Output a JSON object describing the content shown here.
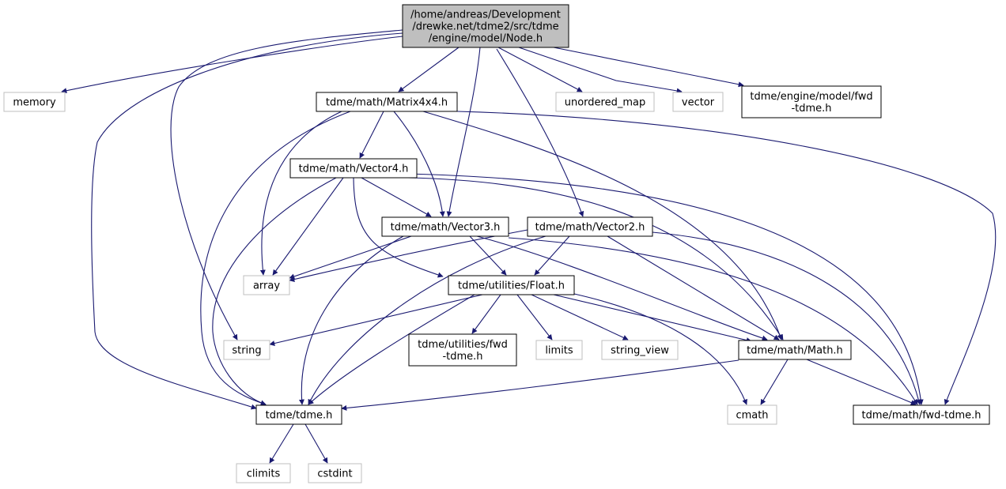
{
  "colors": {
    "edge": "#191970",
    "root_fill": "#bfbfbf",
    "node_border": "#000000",
    "system_border": "#bfbfbf",
    "node_fill": "#ffffff",
    "text": "#000000"
  },
  "diagram": {
    "nodes": [
      {
        "id": "node_h",
        "kind": "root",
        "lines": [
          "/home/andreas/Development",
          "/drewke.net/tdme2/src/tdme",
          "/engine/model/Node.h"
        ]
      },
      {
        "id": "memory",
        "kind": "system",
        "lines": [
          "memory"
        ]
      },
      {
        "id": "matrix4x4",
        "kind": "local",
        "lines": [
          "tdme/math/Matrix4x4.h"
        ]
      },
      {
        "id": "unordered_map",
        "kind": "system",
        "lines": [
          "unordered_map"
        ]
      },
      {
        "id": "vector",
        "kind": "system",
        "lines": [
          "vector"
        ]
      },
      {
        "id": "model_fwd",
        "kind": "local",
        "lines": [
          "tdme/engine/model/fwd",
          "-tdme.h"
        ]
      },
      {
        "id": "vector4",
        "kind": "local",
        "lines": [
          "tdme/math/Vector4.h"
        ]
      },
      {
        "id": "vector3",
        "kind": "local",
        "lines": [
          "tdme/math/Vector3.h"
        ]
      },
      {
        "id": "vector2",
        "kind": "local",
        "lines": [
          "tdme/math/Vector2.h"
        ]
      },
      {
        "id": "array",
        "kind": "system",
        "lines": [
          "array"
        ]
      },
      {
        "id": "float_h",
        "kind": "local",
        "lines": [
          "tdme/utilities/Float.h"
        ]
      },
      {
        "id": "string",
        "kind": "system",
        "lines": [
          "string"
        ]
      },
      {
        "id": "utilities_fwd",
        "kind": "local",
        "lines": [
          "tdme/utilities/fwd",
          "-tdme.h"
        ]
      },
      {
        "id": "limits",
        "kind": "system",
        "lines": [
          "limits"
        ]
      },
      {
        "id": "string_view",
        "kind": "system",
        "lines": [
          "string_view"
        ]
      },
      {
        "id": "math_h",
        "kind": "local",
        "lines": [
          "tdme/math/Math.h"
        ]
      },
      {
        "id": "tdme_h",
        "kind": "local",
        "lines": [
          "tdme/tdme.h"
        ]
      },
      {
        "id": "cmath",
        "kind": "system",
        "lines": [
          "cmath"
        ]
      },
      {
        "id": "math_fwd",
        "kind": "local",
        "lines": [
          "tdme/math/fwd-tdme.h"
        ]
      },
      {
        "id": "climits",
        "kind": "system",
        "lines": [
          "climits"
        ]
      },
      {
        "id": "cstdint",
        "kind": "system",
        "lines": [
          "cstdint"
        ]
      }
    ],
    "edges": [
      [
        "node_h",
        "memory"
      ],
      [
        "node_h",
        "matrix4x4"
      ],
      [
        "node_h",
        "unordered_map"
      ],
      [
        "node_h",
        "vector"
      ],
      [
        "node_h",
        "model_fwd"
      ],
      [
        "node_h",
        "vector3"
      ],
      [
        "node_h",
        "vector2"
      ],
      [
        "node_h",
        "string"
      ],
      [
        "node_h",
        "tdme_h"
      ],
      [
        "matrix4x4",
        "vector4"
      ],
      [
        "matrix4x4",
        "vector3"
      ],
      [
        "matrix4x4",
        "array"
      ],
      [
        "matrix4x4",
        "math_h"
      ],
      [
        "matrix4x4",
        "tdme_h"
      ],
      [
        "matrix4x4",
        "math_fwd"
      ],
      [
        "vector4",
        "vector3"
      ],
      [
        "vector4",
        "array"
      ],
      [
        "vector4",
        "float_h"
      ],
      [
        "vector4",
        "math_h"
      ],
      [
        "vector4",
        "tdme_h"
      ],
      [
        "vector4",
        "math_fwd"
      ],
      [
        "vector3",
        "array"
      ],
      [
        "vector3",
        "float_h"
      ],
      [
        "vector3",
        "math_h"
      ],
      [
        "vector3",
        "tdme_h"
      ],
      [
        "vector3",
        "math_fwd"
      ],
      [
        "vector2",
        "array"
      ],
      [
        "vector2",
        "float_h"
      ],
      [
        "vector2",
        "math_h"
      ],
      [
        "vector2",
        "tdme_h"
      ],
      [
        "vector2",
        "math_fwd"
      ],
      [
        "float_h",
        "string"
      ],
      [
        "float_h",
        "utilities_fwd"
      ],
      [
        "float_h",
        "limits"
      ],
      [
        "float_h",
        "string_view"
      ],
      [
        "float_h",
        "math_h"
      ],
      [
        "float_h",
        "tdme_h"
      ],
      [
        "float_h",
        "cmath"
      ],
      [
        "math_h",
        "cmath"
      ],
      [
        "math_h",
        "tdme_h"
      ],
      [
        "math_h",
        "math_fwd"
      ],
      [
        "tdme_h",
        "climits"
      ],
      [
        "tdme_h",
        "cstdint"
      ]
    ]
  }
}
